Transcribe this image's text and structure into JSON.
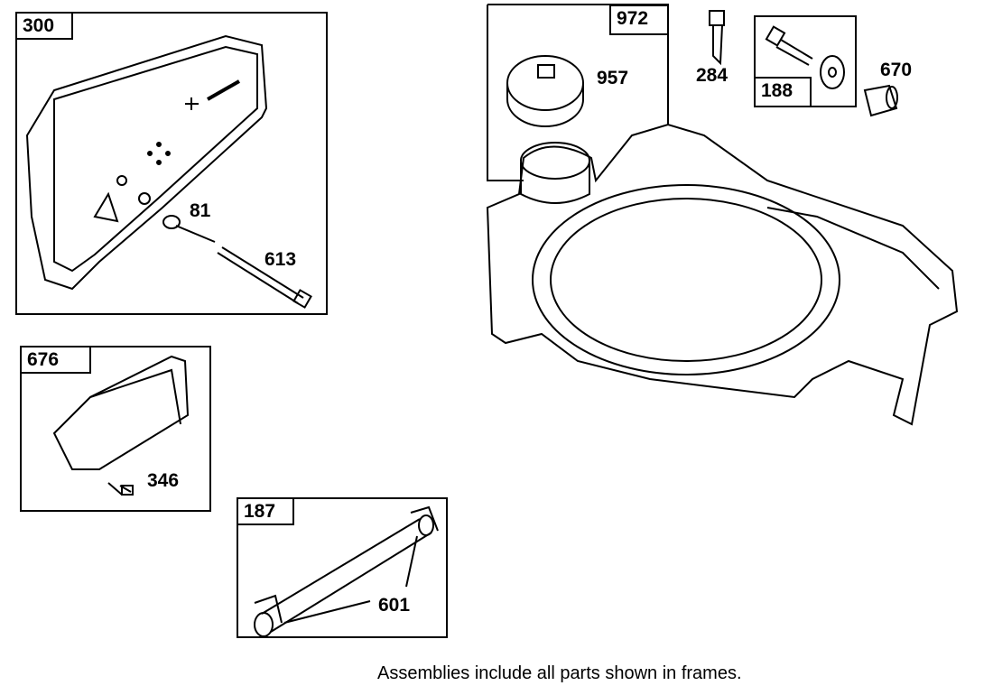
{
  "frames": {
    "muffler": "300",
    "guard": "676",
    "fuel_line": "187",
    "fuel_cap": "972",
    "screw": "188"
  },
  "callouts": {
    "washer": "81",
    "bolt": "613",
    "screw_346": "346",
    "clamp": "601",
    "cap": "957",
    "screw_284": "284",
    "spacer": "670"
  },
  "caption": "Assemblies include all parts shown in frames."
}
